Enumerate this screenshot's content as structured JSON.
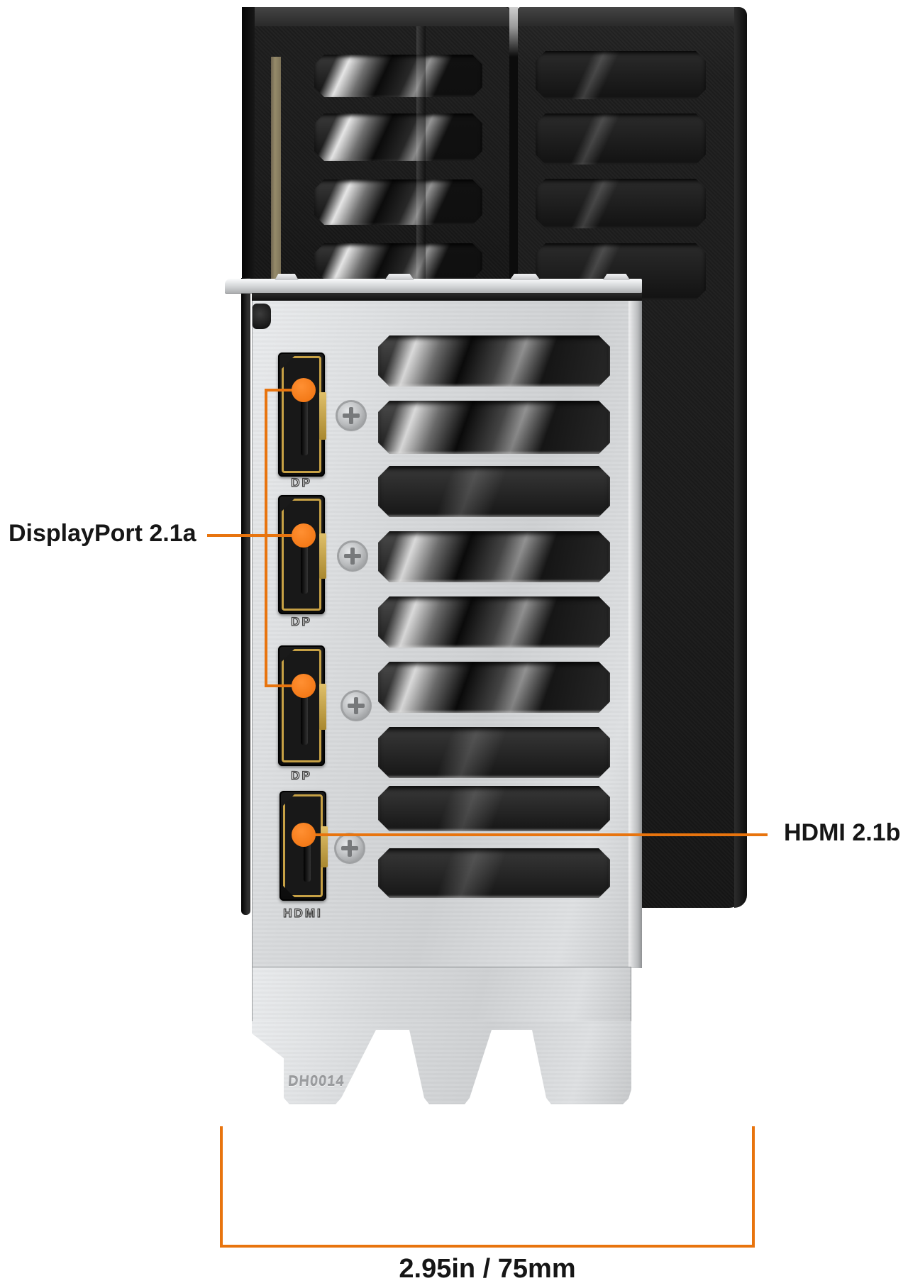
{
  "figure": {
    "type": "product-io-diagram",
    "subject": "Graphics card rear I/O bracket with port callouts"
  },
  "callouts": {
    "displayport_label": "DisplayPort 2.1a",
    "hdmi_label": "HDMI 2.1b"
  },
  "ports": {
    "dp_count": 3,
    "hdmi_count": 1,
    "dp_port_label": "DP",
    "hdmi_port_label": "HDMI"
  },
  "bracket": {
    "stamp": "DH0014"
  },
  "dimension": {
    "label": "2.95in / 75mm"
  },
  "colors": {
    "accent_orange_line": "#E8740E",
    "accent_orange_dot": "#F47A18",
    "label_text": "#161616",
    "body_black": "#1B1B1B",
    "bracket_silver": "#D7D9DB",
    "connector_gold": "#C7A145",
    "pcb_tan": "#8C8164",
    "stamp_gray": "#9B9DA0"
  }
}
